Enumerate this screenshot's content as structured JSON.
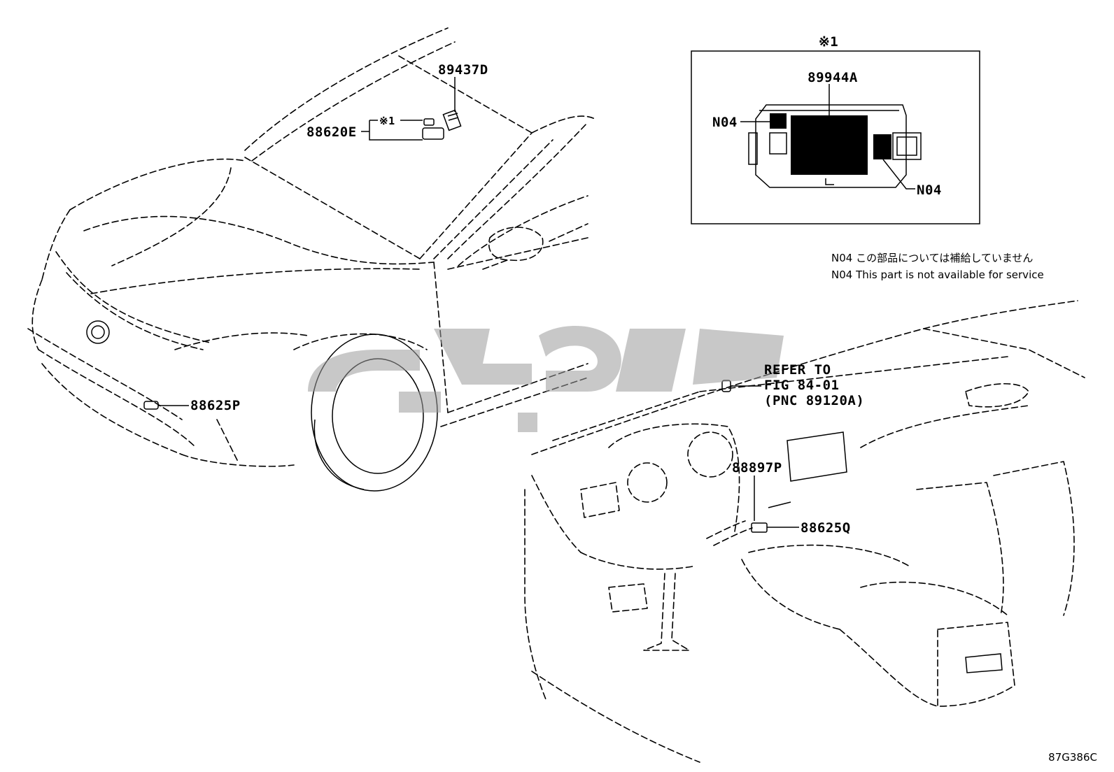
{
  "diagram_id": "87G386C",
  "inset": {
    "mark": "※1",
    "part": "89944A",
    "n04_left": "N04",
    "n04_right": "N04"
  },
  "notes": {
    "ja": "N04 この部品については補給していません",
    "en": "N04 This part is not available for service"
  },
  "parts": {
    "p89437D": "89437D",
    "p88620E": "88620E",
    "mark1": "※1",
    "p88625P": "88625P",
    "p88897P": "88897P",
    "p88625Q": "88625Q"
  },
  "refer": {
    "line1": "REFER TO",
    "line2": "FIG 84-01",
    "line3": "(PNC 89120A)"
  },
  "watermark": "پارت کلوپ",
  "colors": {
    "ink": "#000000",
    "watermark": "#9a9a9a",
    "background": "#ffffff"
  }
}
